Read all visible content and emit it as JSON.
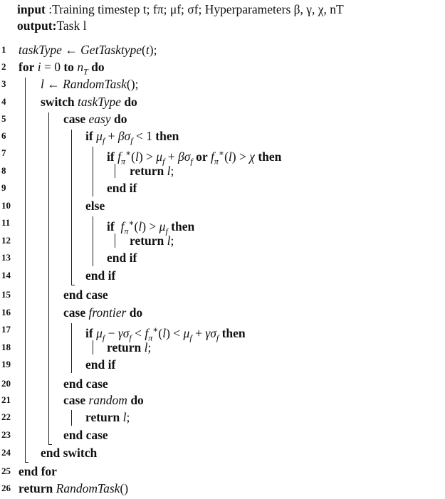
{
  "header": {
    "input_label": "input",
    "input_text": ":Training timestep t; fπ; μf; σf; Hyperparameters β, γ, χ, nT",
    "output_label": "output:",
    "output_text": "Task l"
  },
  "lines": [
    {
      "n": "1",
      "text": "taskType ← GetTasktype(t);"
    },
    {
      "n": "2",
      "text": "for i = 0 to nT do"
    },
    {
      "n": "3",
      "text": "l ← RandomTask();"
    },
    {
      "n": "4",
      "text": "switch taskType do"
    },
    {
      "n": "5",
      "text": "case easy do"
    },
    {
      "n": "6",
      "text": "if μf + βσf < 1 then"
    },
    {
      "n": "7",
      "text": "if fπ*(l) > μf + βσf or fπ*(l) > χ then"
    },
    {
      "n": "8",
      "text": "return l;"
    },
    {
      "n": "9",
      "text": "end if"
    },
    {
      "n": "10",
      "text": "else"
    },
    {
      "n": "11",
      "text": "if fπ*(l) > μf then"
    },
    {
      "n": "12",
      "text": "return l;"
    },
    {
      "n": "13",
      "text": "end if"
    },
    {
      "n": "14",
      "text": "end if"
    },
    {
      "n": "15",
      "text": "end case"
    },
    {
      "n": "16",
      "text": "case frontier do"
    },
    {
      "n": "17",
      "text": "if μf − γσf < fπ*(l) < μf + γσf then"
    },
    {
      "n": "18",
      "text": "return l;"
    },
    {
      "n": "19",
      "text": "end if"
    },
    {
      "n": "20",
      "text": "end case"
    },
    {
      "n": "21",
      "text": "case random do"
    },
    {
      "n": "22",
      "text": "return l;"
    },
    {
      "n": "23",
      "text": "end case"
    },
    {
      "n": "24",
      "text": "end switch"
    },
    {
      "n": "25",
      "text": "end for"
    },
    {
      "n": "26",
      "text": "return RandomTask()"
    }
  ]
}
